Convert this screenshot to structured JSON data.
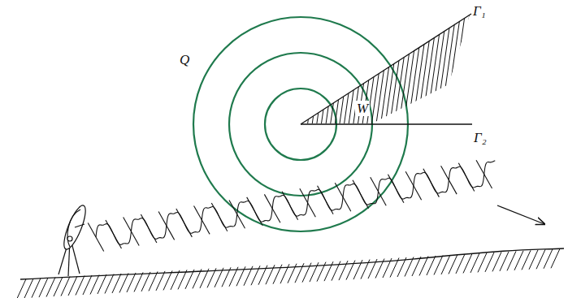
{
  "diagram": {
    "labels": [
      "Q",
      "W",
      "Γ₁",
      "Γ₂"
    ]
  }
}
